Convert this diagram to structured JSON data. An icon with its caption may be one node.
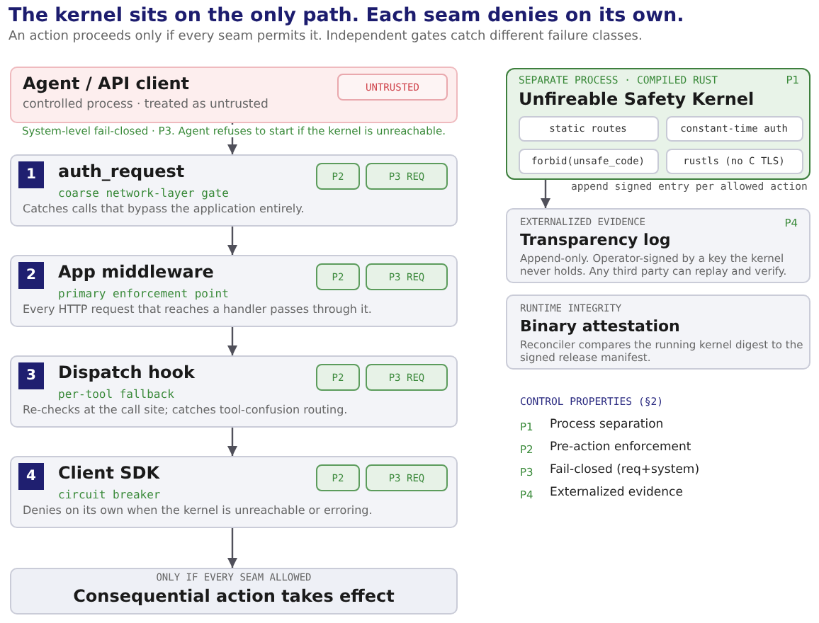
{
  "diagram": {
    "title": "The kernel sits on the only path. Each seam denies on its own.",
    "nodes": [
      {
        "text": [
          "Agent / API client",
          "controlled process · treated as untrusted"
        ]
      },
      {
        "text": [
          "UNTRUSTED"
        ],
        "in": 0
      },
      {
        "text": [
          "auth_request",
          "coarse network-layer gate",
          "Catches calls that bypass the application entirely."
        ]
      },
      {
        "text": [
          "1"
        ],
        "in": 2
      },
      {
        "text": [
          "P2"
        ],
        "in": 2
      },
      {
        "text": [
          "P3 REQ"
        ],
        "in": 2
      },
      {
        "text": [
          "App middleware",
          "primary enforcement point",
          "Every HTTP request that reaches a handler passes through it."
        ]
      },
      {
        "text": [
          "2"
        ],
        "in": 6
      },
      {
        "text": [
          "P2"
        ],
        "in": 6
      },
      {
        "text": [
          "P3 REQ"
        ],
        "in": 6
      },
      {
        "text": [
          "Dispatch hook",
          "per-tool fallback",
          "Re-checks at the call site; catches tool-confusion routing."
        ]
      },
      {
        "text": [
          "3"
        ],
        "in": 10
      },
      {
        "text": [
          "P2"
        ],
        "in": 10
      },
      {
        "text": [
          "P3 REQ"
        ],
        "in": 10
      },
      {
        "text": [
          "Client SDK",
          "circuit breaker",
          "Denies on its own when the kernel is unreachable or erroring."
        ]
      },
      {
        "text": [
          "4"
        ],
        "in": 14
      },
      {
        "text": [
          "P2"
        ],
        "in": 14
      },
      {
        "text": [
          "P3 REQ"
        ],
        "in": 14
      },
      {
        "text": [
          "ONLY IF EVERY SEAM ALLOWED",
          "Consequential action takes effect"
        ]
      },
      {
        "text": [
          "SEPARATE PROCESS · COMPILED RUST",
          "P1",
          "Unfireable Safety Kernel"
        ]
      },
      {
        "text": [
          "static routes"
        ],
        "in": 19
      },
      {
        "text": [
          "constant-time auth"
        ],
        "in": 19
      },
      {
        "text": [
          "forbid(unsafe_code)"
        ],
        "in": 19
      },
      {
        "text": [
          "rustls (no C TLS)"
        ],
        "in": 19
      },
      {
        "text": [
          "EXTERNALIZED EVIDENCE",
          "P4",
          "Transparency log",
          "Append-only. Operator-signed by a key the kernel never holds. Any third party can replay and verify."
        ]
      },
      {
        "text": [
          "RUNTIME INTEGRITY",
          "Binary attestation",
          "Reconciler compares the running kernel digest to the signed release manifest."
        ]
      }
    ],
    "edges": [
      {
        "from": 0,
        "to": 2,
        "arrow": "to",
        "label": "System-level fail-closed · P3. Agent refuses to start if the kernel is unreachable."
      },
      {
        "from": 2,
        "to": 6,
        "arrow": "to"
      },
      {
        "from": 6,
        "to": 10,
        "arrow": "to"
      },
      {
        "from": 10,
        "to": 14,
        "arrow": "to"
      },
      {
        "from": 14,
        "to": 18,
        "arrow": "to"
      },
      {
        "from": 19,
        "to": 24,
        "arrow": "to",
        "label": "append signed entry per allowed action"
      }
    ],
    "labels": [
      "An action proceeds only if every seam permits it. Independent gates catch different failure classes.",
      "CONTROL PROPERTIES (§2)",
      "P1",
      "Process separation",
      "P2",
      "Pre-action enforcement",
      "P3",
      "Fail-closed (req+system)",
      "P4",
      "Externalized evidence"
    ]
  }
}
